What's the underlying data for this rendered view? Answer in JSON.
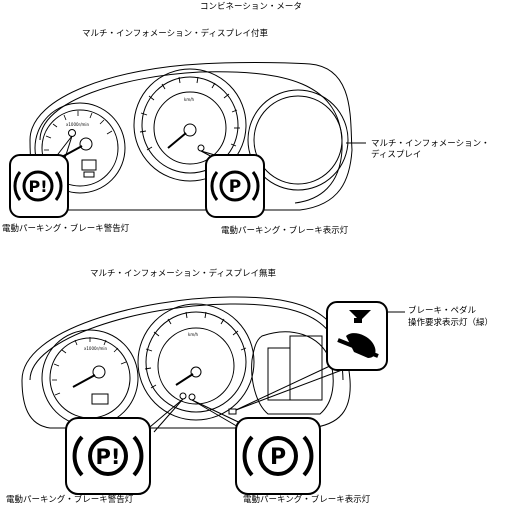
{
  "title": "コンビネーション・メータ",
  "sections": [
    {
      "heading": "マルチ・インフォメーション・ディスプレイ付車",
      "labels": {
        "warning": "電動パーキング・ブレーキ警告灯",
        "indicator": "電動パーキング・ブレーキ表示灯",
        "mid_line1": "マルチ・インフォメーション・",
        "mid_line2": "ディスプレイ"
      },
      "gauge_text": {
        "tach": "x1000r/min",
        "speed": "km/h"
      },
      "symbols": {
        "warning": "(P!)",
        "indicator": "(P)"
      }
    },
    {
      "heading": "マルチ・インフォメーション・ディスプレイ無車",
      "labels": {
        "warning": "電動パーキング・ブレーキ警告灯",
        "indicator": "電動パーキング・ブレーキ表示灯",
        "pedal_line1": "ブレーキ・ペダル",
        "pedal_line2": "操作要求表示灯（緑）"
      },
      "gauge_text": {
        "tach": "x1000r/min",
        "speed": "km/h"
      },
      "symbols": {
        "warning": "(P!)",
        "indicator": "(P)"
      }
    }
  ],
  "icons": [
    "parking-brake-warning-icon",
    "parking-brake-indicator-icon",
    "brake-pedal-request-icon"
  ]
}
